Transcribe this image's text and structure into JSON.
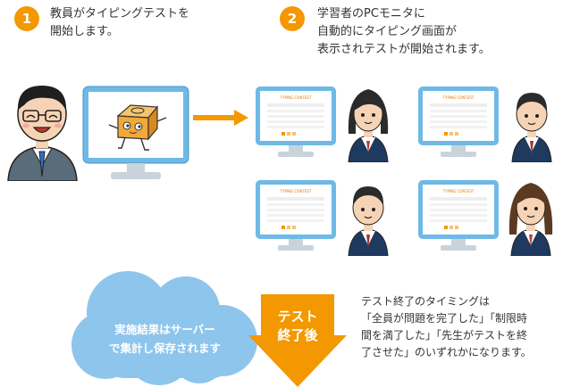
{
  "steps": [
    {
      "number": "1",
      "lines": [
        "教員がタイピングテストを",
        "開始します。"
      ]
    },
    {
      "number": "2",
      "lines": [
        "学習者のPCモニタに",
        "自動的にタイピング画面が",
        "表示されテストが開始されます。"
      ]
    }
  ],
  "screen_logo": "TYPING CONTEST",
  "cloud": {
    "lines": [
      "実施結果はサーバー",
      "で集計し保存されます"
    ]
  },
  "arrow": {
    "lines": [
      "テスト",
      "終了後"
    ]
  },
  "note": {
    "lines": [
      "テスト終了のタイミングは",
      "「全員が問題を完了した」「制限時",
      "間を満了した」「先生がテストを終",
      "了させた」のいずれかになります。"
    ]
  },
  "colors": {
    "accent": "#f39800",
    "cloud": "#8ec5ec",
    "monitor": "#6fb9e6",
    "screen": "#ffffff"
  }
}
